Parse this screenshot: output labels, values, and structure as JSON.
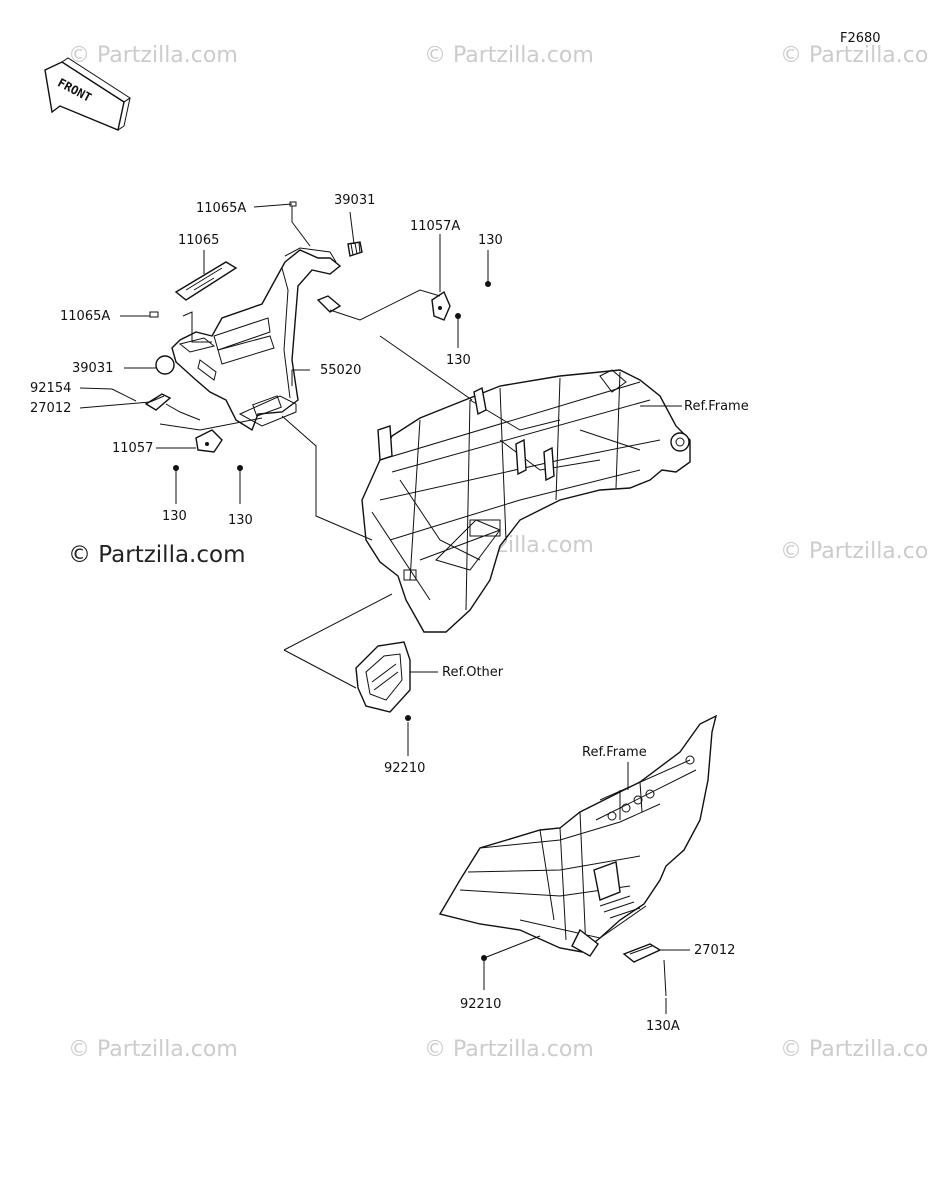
{
  "figure_id": "F2680",
  "front_label": "FRONT",
  "watermark": "© Partzilla.com",
  "watermark_main": "© Partzilla.com",
  "callouts": {
    "c11065A_top": "11065A",
    "c39031_top": "39031",
    "c11065": "11065",
    "c130_top": "130",
    "c11057A": "11057A",
    "c11065A_left": "11065A",
    "c130_mid": "130",
    "c39031_left": "39031",
    "c55020": "55020",
    "c92154": "92154",
    "c27012_left": "27012",
    "c11057": "11057",
    "c130_bl": "130",
    "c130_br": "130",
    "ref_frame_top": "Ref.Frame",
    "ref_other": "Ref.Other",
    "c92210_mid": "92210",
    "ref_frame_bottom": "Ref.Frame",
    "c27012_right": "27012",
    "c92210_bottom": "92210",
    "c130A": "130A"
  }
}
